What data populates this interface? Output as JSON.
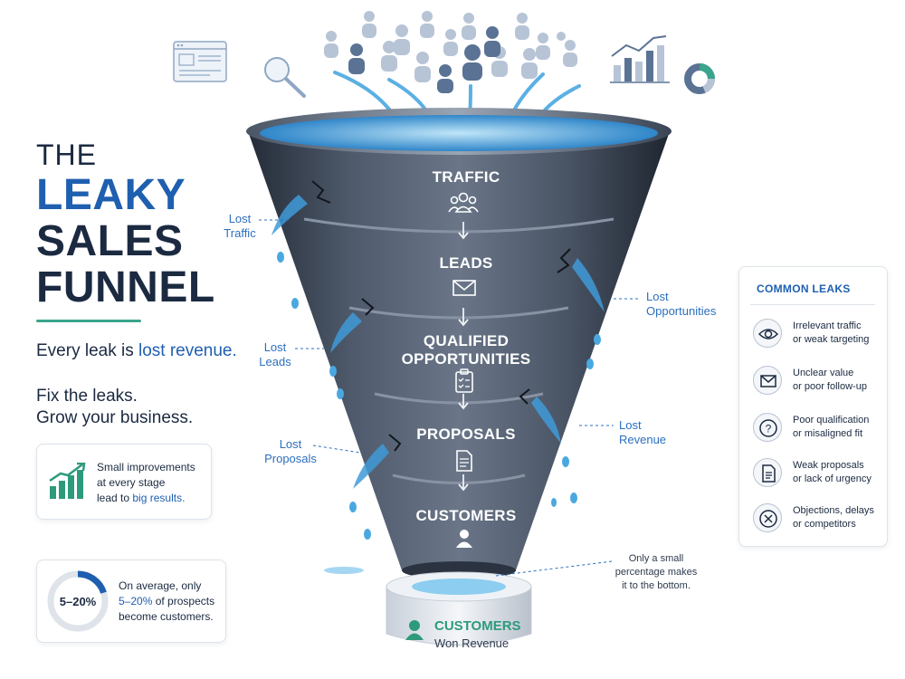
{
  "title": {
    "line1": "THE",
    "line2": "LEAKY",
    "line3": "SALES",
    "line4": "FUNNEL"
  },
  "tagline": {
    "part1": "Every leak is ",
    "part1_highlight": "lost revenue.",
    "line2": "Fix the leaks.",
    "line3": "Grow your business."
  },
  "improvement_card": {
    "line1": "Small improvements",
    "line2": "at every stage",
    "line3_prefix": "lead to ",
    "line3_highlight": "big results."
  },
  "stat_card": {
    "donut_value": "5–20%",
    "donut_fraction": 0.2,
    "line1": "On average, only",
    "line2_highlight": "5–20%",
    "line2_suffix": " of prospects",
    "line3": "become customers."
  },
  "funnel": {
    "stages": [
      {
        "label": "TRAFFIC",
        "icon": "people-icon"
      },
      {
        "label": "LEADS",
        "icon": "envelope-icon"
      },
      {
        "label_line1": "QUALIFIED",
        "label_line2": "OPPORTUNITIES",
        "icon": "clipboard-icon"
      },
      {
        "label": "PROPOSALS",
        "icon": "document-icon"
      },
      {
        "label": "CUSTOMERS",
        "icon": "person-icon"
      }
    ],
    "leaks": {
      "lost_traffic": {
        "line1": "Lost",
        "line2": "Traffic"
      },
      "lost_opportunities": {
        "line1": "Lost",
        "line2": "Opportunities"
      },
      "lost_leads": {
        "line1": "Lost",
        "line2": "Leads"
      },
      "lost_revenue": {
        "line1": "Lost",
        "line2": "Revenue"
      },
      "lost_proposals": {
        "line1": "Lost",
        "line2": "Proposals"
      }
    },
    "bottom_note": {
      "line1": "Only a small",
      "line2": "percentage makes",
      "line3": "it to the bottom."
    },
    "pedestal": {
      "title": "CUSTOMERS",
      "subtitle": "Won Revenue"
    }
  },
  "common_leaks": {
    "heading": "COMMON LEAKS",
    "items": [
      {
        "icon": "eye-icon",
        "line1": "Irrelevant traffic",
        "line2": "or weak targeting"
      },
      {
        "icon": "envelope-icon",
        "line1": "Unclear value",
        "line2": "or poor follow-up"
      },
      {
        "icon": "question-icon",
        "line1": "Poor qualification",
        "line2": "or misaligned fit"
      },
      {
        "icon": "document-icon",
        "line1": "Weak proposals",
        "line2": "or lack of urgency"
      },
      {
        "icon": "x-circle-icon",
        "line1": "Objections, delays",
        "line2": "or competitors"
      }
    ]
  },
  "colors": {
    "brand_blue": "#1f5fb0",
    "accent_green": "#2e9a7c",
    "funnel_dark": "#3a4556",
    "water": "#4aa8e0"
  }
}
